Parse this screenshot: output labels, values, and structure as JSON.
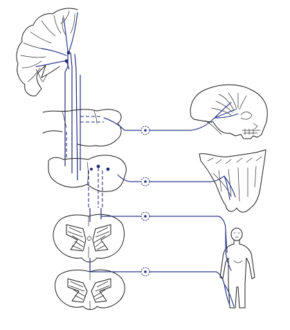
{
  "diagram": {
    "colors": {
      "ink": "#1a1a1a",
      "nerve": "#2c3a8c",
      "tract": "#1f2a78",
      "background": "#ffffff"
    },
    "structures": [
      "cerebral-cortex",
      "brainstem-upper",
      "brainstem-pons",
      "cervical-spinal-cord",
      "lumbar-spinal-cord",
      "skull",
      "pharynx-larynx",
      "human-body"
    ],
    "ganglia_count": 4
  }
}
